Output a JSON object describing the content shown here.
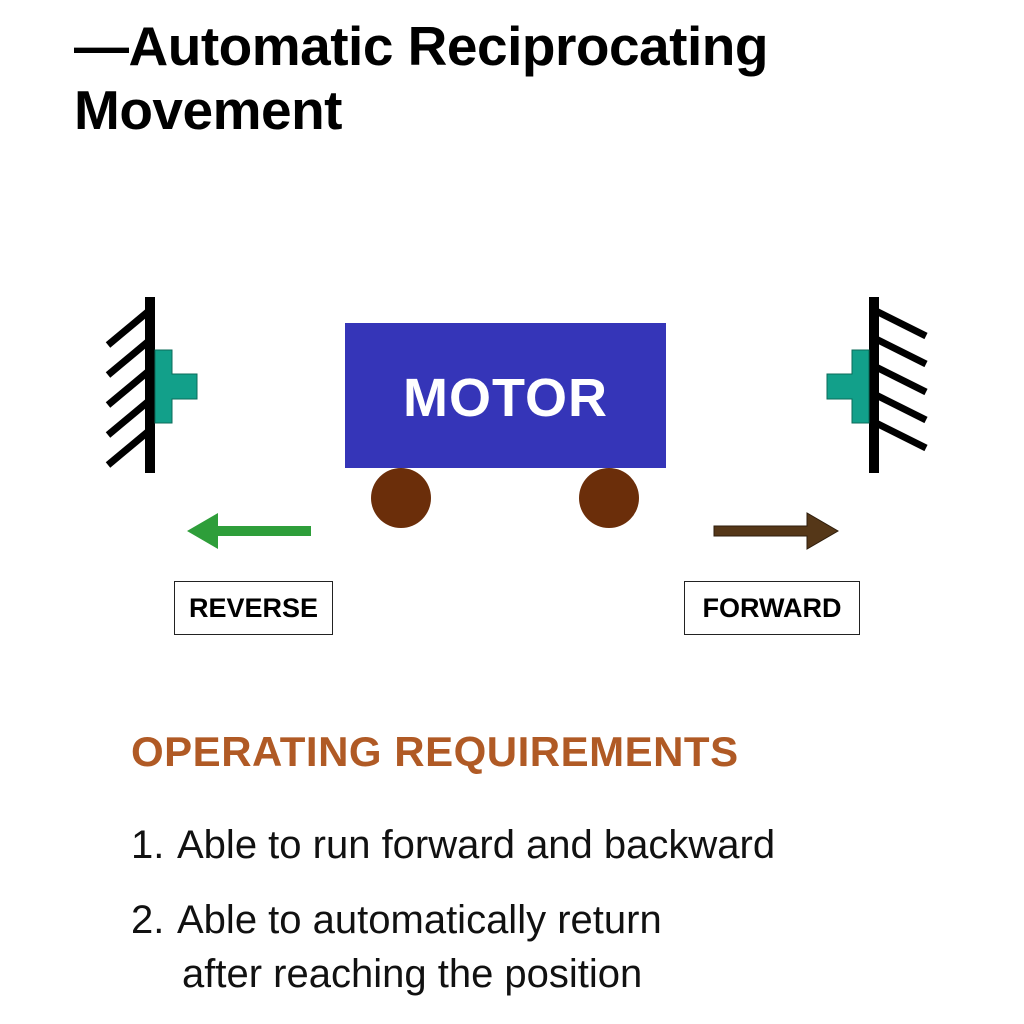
{
  "title": {
    "line1": "—Automatic Reciprocating",
    "line2": "Movement"
  },
  "diagram": {
    "motor_label": "MOTOR",
    "left_direction_label": "REVERSE",
    "right_direction_label": "FORWARD",
    "colors": {
      "motor_body": "#3535b8",
      "wheels": "#6b2e0a",
      "limit_switch": "#12a08a",
      "reverse_arrow": "#2e9e3a",
      "forward_arrow": "#553718",
      "wall": "#000000"
    },
    "icons": [
      "left-wall-hatch-icon",
      "left-limit-switch-icon",
      "right-wall-hatch-icon",
      "right-limit-switch-icon",
      "reverse-arrow-icon",
      "forward-arrow-icon"
    ]
  },
  "requirements": {
    "heading": "OPERATING REQUIREMENTS",
    "heading_color": "#b05a25",
    "items": [
      {
        "number": "1.",
        "text": "Able to run forward and backward",
        "continuation": ""
      },
      {
        "number": "2.",
        "text": "Able to automatically return",
        "continuation": "after reaching the position"
      }
    ]
  }
}
